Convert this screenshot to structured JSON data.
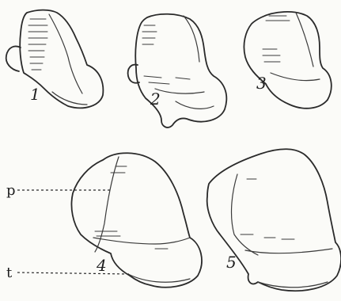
{
  "figures": [
    {
      "number": "1"
    },
    {
      "number": "2"
    },
    {
      "number": "3"
    },
    {
      "number": "4"
    },
    {
      "number": "5"
    }
  ],
  "pointer_labels": {
    "p": "p",
    "t": "t"
  },
  "colors": {
    "ink": "#2a2a2a",
    "paper": "#fbfbf8"
  }
}
